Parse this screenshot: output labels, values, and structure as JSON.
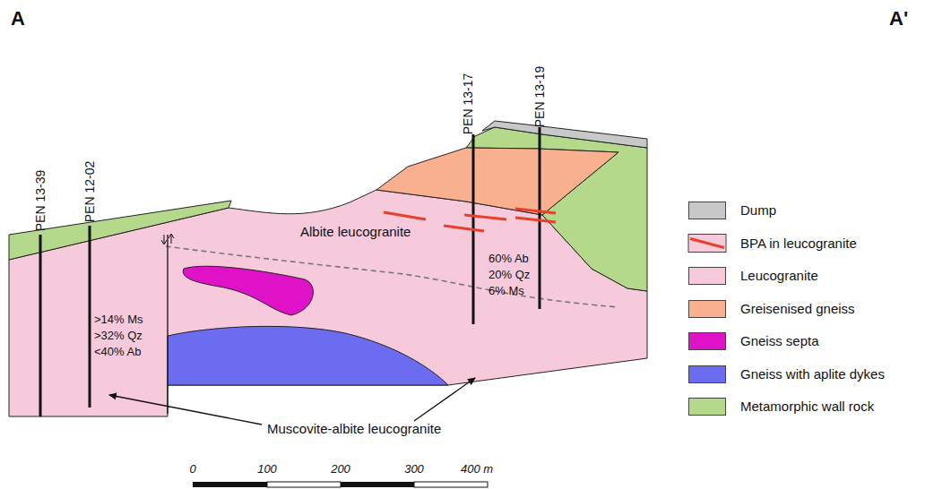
{
  "diagram": {
    "labels": [
      "A",
      "A'",
      "PEN 13-39",
      "PEN 12-02",
      "PEN 13-17",
      "PEN 13-19",
      "Albite leucogranite",
      "60% Ab",
      "20% Qz",
      "6% Ms",
      ">14% Ms",
      ">32% Qz",
      "<40% Ab",
      "Muscovite-albite leucogranite",
      "0",
      "100",
      "200",
      "300",
      "400 m"
    ],
    "legend": [
      {
        "text": "Dump",
        "color": "#c8c8c8"
      },
      {
        "text": "BPA in leucogranite"
      },
      {
        "text": "Leucogranite",
        "color": "#f7cadb"
      },
      {
        "text": "Greisenised gneiss",
        "color": "#f8b08e"
      },
      {
        "text": "Gneiss septa",
        "color": "#e012c8"
      },
      {
        "text": "Gneiss with aplite dykes",
        "color": "#6b6cf0"
      },
      {
        "text": "Metamorphic wall rock",
        "color": "#b5d98b"
      }
    ]
  }
}
